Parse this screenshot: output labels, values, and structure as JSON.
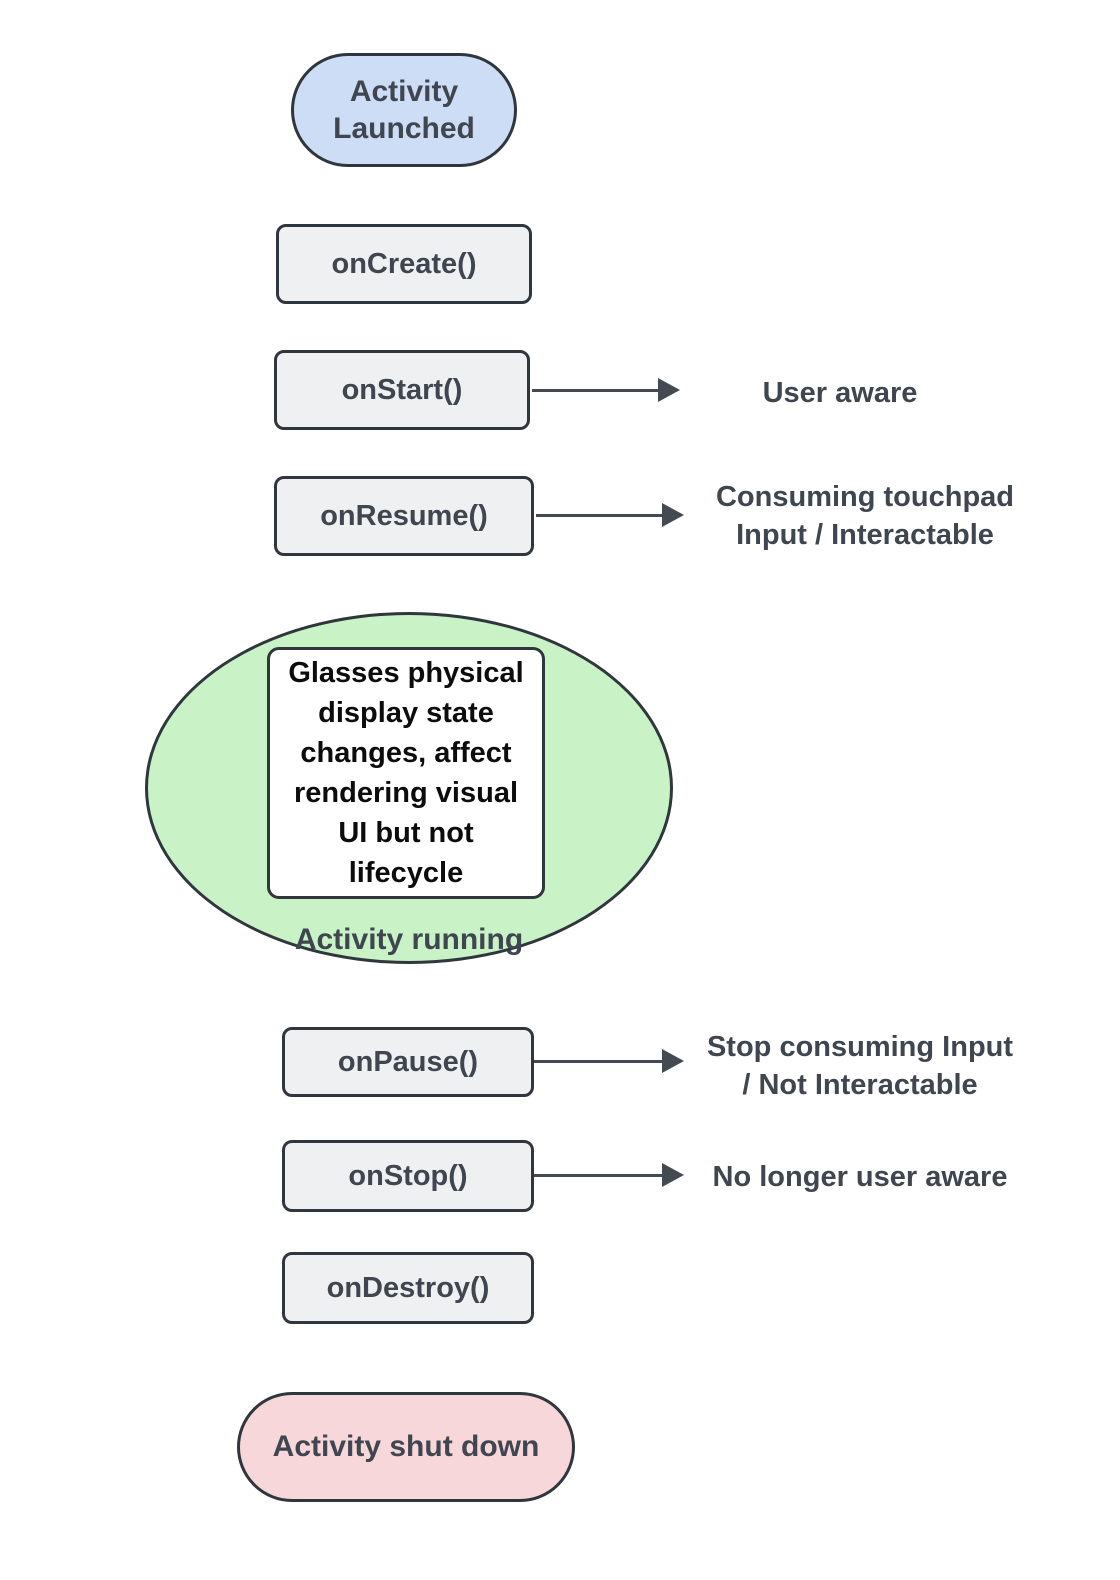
{
  "colors": {
    "launch_fill": "#cdddf5",
    "box_fill": "#eff0f2",
    "running_fill": "#c9f2c6",
    "shutdown_fill": "#f8d7da",
    "note_fill": "#ffffff",
    "border": "#2f363d",
    "text": "#3f4650",
    "note_text": "#0c0c0d",
    "arrow": "#434a51",
    "bg": "#ffffff"
  },
  "flow": {
    "launched": {
      "label": "Activity\nLaunched"
    },
    "steps": [
      {
        "id": "onCreate",
        "label": "onCreate()",
        "annotation": ""
      },
      {
        "id": "onStart",
        "label": "onStart()",
        "annotation": "User aware"
      },
      {
        "id": "onResume",
        "label": "onResume()",
        "annotation": "Consuming touchpad\nInput / Interactable"
      },
      {
        "id": "onPause",
        "label": "onPause()",
        "annotation": "Stop consuming Input\n/ Not Interactable"
      },
      {
        "id": "onStop",
        "label": "onStop()",
        "annotation": "No longer user aware"
      },
      {
        "id": "onDestroy",
        "label": "onDestroy()",
        "annotation": ""
      }
    ],
    "running": {
      "note": "Glasses physical\ndisplay state\nchanges, affect\nrendering visual\nUI but not\nlifecycle",
      "label": "Activity running"
    },
    "shutdown": {
      "label": "Activity shut down"
    }
  }
}
